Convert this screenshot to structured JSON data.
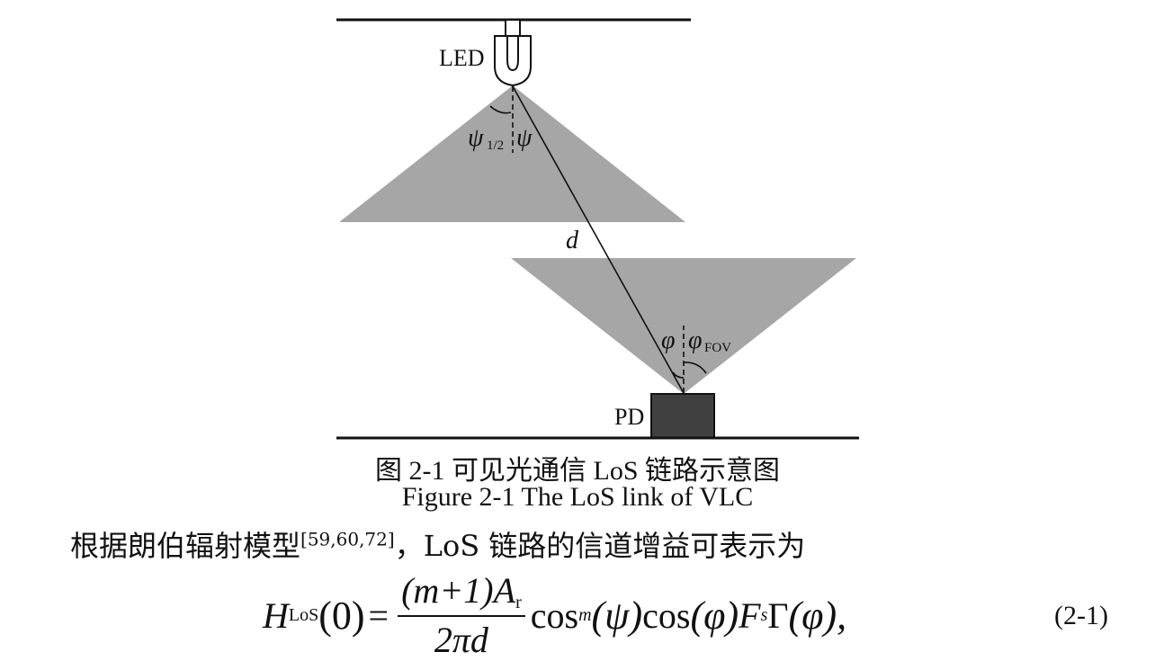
{
  "figure": {
    "labels": {
      "led": "LED",
      "psi_half": "ψ",
      "psi_half_sub": "1/2",
      "psi": "ψ",
      "distance": "d",
      "phi": "φ",
      "phi_fov": "φ",
      "phi_fov_sub": "FOV",
      "pd": "PD"
    },
    "colors": {
      "cone": "#a6a6a6",
      "pd_block": "#404040",
      "line": "#111111"
    }
  },
  "captions": {
    "chinese": "图 2-1  可见光通信 LoS 链路示意图",
    "english": "Figure 2-1 The LoS link of VLC"
  },
  "body_text": {
    "text": "根据朗伯辐射模型",
    "citation": "[59,60,72]",
    "rest": "，LoS 链路的信道增益可表示为"
  },
  "equation": {
    "lhs": "H",
    "lhs_sub": "LoS",
    "lhs_arg": "(0)",
    "equals": "=",
    "numerator": "(m+1)A",
    "numerator_sub": "r",
    "denominator": "2πd",
    "cos1": "cos",
    "cos1_sup": "m",
    "cos1_arg": "(ψ)",
    "cos2": "cos",
    "cos2_arg": "(φ)",
    "F": "F",
    "F_sub": "s",
    "gamma": "Γ",
    "gamma_arg": "(φ),",
    "number": "(2-1)"
  }
}
